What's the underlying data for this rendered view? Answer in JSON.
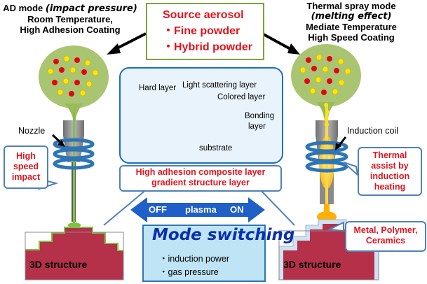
{
  "left_header": {
    "line1_a": "AD mode ",
    "line1_b": "(impact pressure)",
    "line2": "Room Temperature,",
    "line3": "High Adhesion Coating"
  },
  "right_header": {
    "line1": "Thermal spray mode",
    "line2": "(melting effect)",
    "line3": "Mediate Temperature",
    "line4": "High Speed Coating"
  },
  "source": {
    "title": "Source aerosol",
    "item1": "・Fine powder",
    "item2": "・Hybrid powder"
  },
  "layers": {
    "hard": "Hard layer",
    "scatter": "Light scattering layer",
    "colored": "Colored layer",
    "bonding1": "Bonding",
    "bonding2": "layer",
    "substrate": "substrate"
  },
  "nozzle_label": "Nozzle",
  "coil_label": "Induction coil",
  "impact": {
    "line1": "High",
    "line2": "speed",
    "line3": "impact"
  },
  "thermal": {
    "line1": "Thermal",
    "line2": "assist by",
    "line3": "induction",
    "line4": "heating"
  },
  "composite": {
    "line1": "High adhesion composite layer",
    "line2": "gradient structure layer"
  },
  "plasma": {
    "off": "OFF",
    "mid": "plasma",
    "on": "ON"
  },
  "mode": {
    "title": "Mode switching",
    "item1": "・induction power",
    "item2": "・gas pressure"
  },
  "materials": {
    "line1": "Metal, Polymer,",
    "line2": "Ceramics"
  },
  "structure_left": "3D structure",
  "structure_right": "3D structure",
  "colors": {
    "accent_red": "#e0141e",
    "panel_blue": "#1f6fb8",
    "cloud_green": "#9bbb59",
    "mode_blue": "#0a2fb0"
  }
}
